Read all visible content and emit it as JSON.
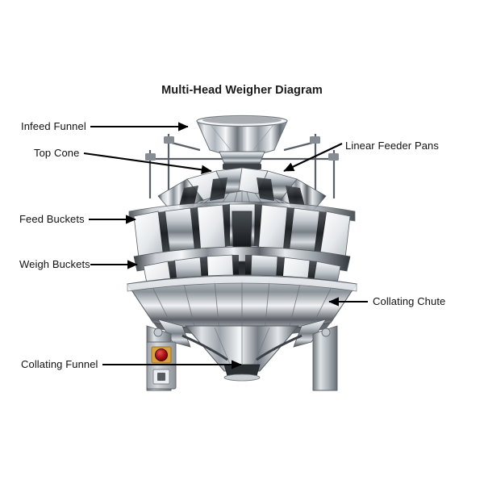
{
  "title": "Multi-Head Weigher Diagram",
  "labels": {
    "infeed_funnel": "Infeed Funnel",
    "top_cone": "Top Cone",
    "linear_feeder_pans": "Linear Feeder Pans",
    "feed_buckets": "Feed Buckets",
    "weigh_buckets": "Weigh Buckets",
    "collating_chute": "Collating Chute",
    "collating_funnel": "Collating Funnel"
  },
  "figure": {
    "subject": "multi-head-weigher-machine",
    "parts": [
      "infeed-funnel",
      "top-cone",
      "linear-feeder-pans",
      "feed-buckets",
      "weigh-buckets",
      "collating-chute",
      "collating-funnel",
      "control-panel",
      "support-legs"
    ]
  },
  "colors": {
    "background": "#ffffff",
    "text": "#111111",
    "leader_line": "#000000",
    "steel_light": "#f2f4f6",
    "steel_mid": "#b9bfc6",
    "steel_dark": "#2f3337",
    "steel_black": "#121416",
    "emergency_stop": "#b01417",
    "panel_bezel": "#d8a23c"
  }
}
